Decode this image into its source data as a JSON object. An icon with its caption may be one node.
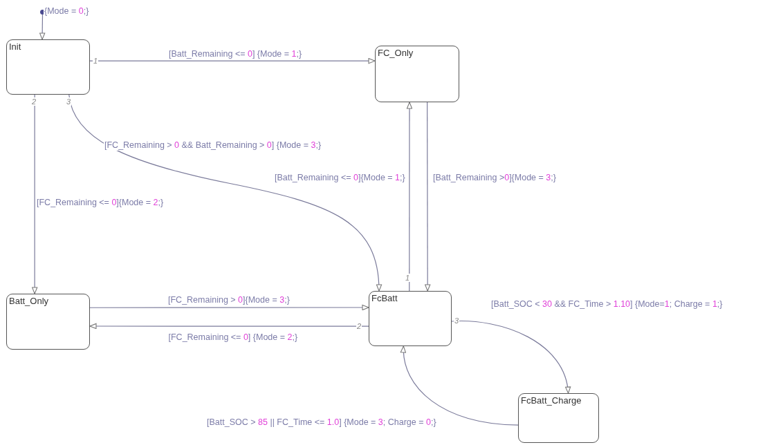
{
  "diagram": {
    "nodes": [
      {
        "text": [
          "Init"
        ]
      },
      {
        "text": [
          "FC_Only"
        ]
      },
      {
        "text": [
          "Batt_Only"
        ]
      },
      {
        "text": [
          "FcBatt"
        ]
      },
      {
        "text": [
          "FcBatt_Charge"
        ]
      },
      {
        "text": [],
        "shape": "circle"
      }
    ],
    "edges": [
      {
        "from": 5,
        "to": 0,
        "arrow": "to",
        "label": "{Mode = 0;}"
      },
      {
        "from": 0,
        "to": 1,
        "arrow": "to",
        "label": "[Batt_Remaining <= 0] {Mode = 1;}"
      },
      {
        "from": 0,
        "to": 2,
        "arrow": "to",
        "label": "[FC_Remaining <= 0]{Mode = 2;}"
      },
      {
        "from": 0,
        "to": 3,
        "arrow": "to",
        "label": "[FC_Remaining > 0 && Batt_Remaining > 0] {Mode = 3;}"
      },
      {
        "from": 3,
        "to": 1,
        "arrow": "to",
        "label": "[Batt_Remaining <= 0]{Mode = 1;}"
      },
      {
        "from": 1,
        "to": 3,
        "arrow": "to",
        "label": "[Batt_Remaining >0]{Mode = 3;}"
      },
      {
        "from": 2,
        "to": 3,
        "arrow": "to",
        "label": "[FC_Remaining > 0]{Mode = 3;}"
      },
      {
        "from": 3,
        "to": 2,
        "arrow": "to",
        "label": "[FC_Remaining <= 0] {Mode = 2;}"
      },
      {
        "from": 3,
        "to": 4,
        "arrow": "to",
        "label": "[Batt_SOC < 30 && FC_Time > 1.10] {Mode=1; Charge = 1;}"
      },
      {
        "from": 4,
        "to": 3,
        "arrow": "to",
        "label": "[Batt_SOC > 85 || FC_Time <= 1.0] {Mode = 3; Charge = 0;}"
      }
    ],
    "labels": [
      "1",
      "2",
      "3",
      "1",
      "3",
      "2"
    ]
  }
}
